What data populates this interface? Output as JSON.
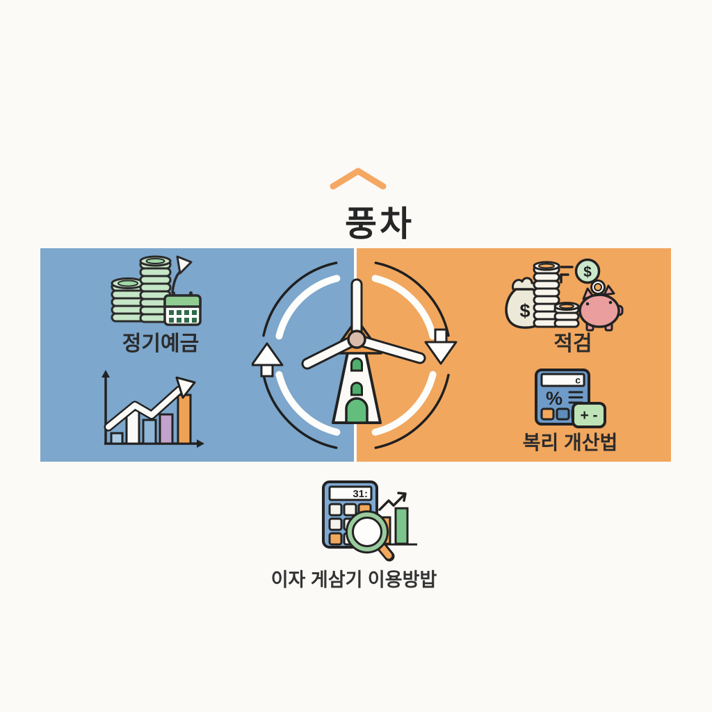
{
  "colors": {
    "background": "#FBFAF7",
    "panel_blue": "#7DA7CC",
    "panel_orange": "#F1A75E",
    "accent_orange": "#F5A862",
    "text_dark": "#2B2B2B",
    "coin_green": "#C5E6C7",
    "piggy_pink": "#EA9E9E",
    "calculator_blue": "#6E9BC8",
    "plate_green": "#BEE3B6"
  },
  "header": {
    "title": "풍차",
    "icon": "chevron-up-icon"
  },
  "panels": {
    "left": {
      "label": "정기예금",
      "icons": [
        "coin-stacks-calendar-icon",
        "rising-bar-chart-icon"
      ]
    },
    "center": {
      "icon": "windmill-cycle-icon"
    },
    "right": {
      "label": "적검",
      "sublabel": "복리 개산법",
      "icons": [
        "money-bag-coins-piggy-icon",
        "percent-calculator-icon"
      ]
    }
  },
  "footer": {
    "label": "이자 게삼기 이용방밥",
    "icon": "calculator-magnifier-chart-icon"
  },
  "icon_text": {
    "money_bag_symbol": "$",
    "dollar_coin_symbol": "$",
    "calculator_percent": "%",
    "calculator_display": "c",
    "calculator_plus_minus": "+ -",
    "interest_calculator_display": "31:"
  }
}
